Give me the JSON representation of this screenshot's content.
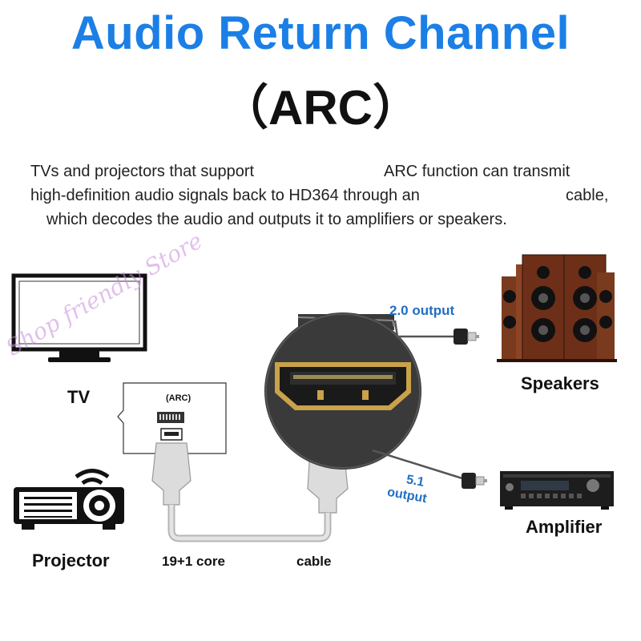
{
  "title": "Audio Return Channel",
  "subtitle": "（ARC）",
  "description": {
    "line1a": "TVs and projectors that support",
    "line1b": "ARC function can transmit",
    "line2a": "high-definition audio signals back to HD364 through an",
    "line2b": "cable,",
    "line3": "which decodes the audio and outputs it to amplifiers or speakers."
  },
  "labels": {
    "tv": "TV",
    "projector": "Projector",
    "arc_tag": "(ARC)",
    "core": "19+1 core",
    "cable": "cable",
    "speakers": "Speakers",
    "amplifier": "Amplifier",
    "output_20": "2.0 output",
    "output_51_a": "5.1",
    "output_51_b": "output"
  },
  "watermark": "Shop friendly Store",
  "colors": {
    "title_blue": "#1b7fe6",
    "label_blue": "#1f6fc4",
    "connector_gold": "#c9a24a",
    "cable_gray": "#c8c8c8"
  },
  "icons": [
    "tv-icon",
    "projector-icon",
    "hdmi-port-icon",
    "hdmi-plug-icon",
    "speakers-icon",
    "amplifier-icon",
    "audio-jack-icon"
  ]
}
